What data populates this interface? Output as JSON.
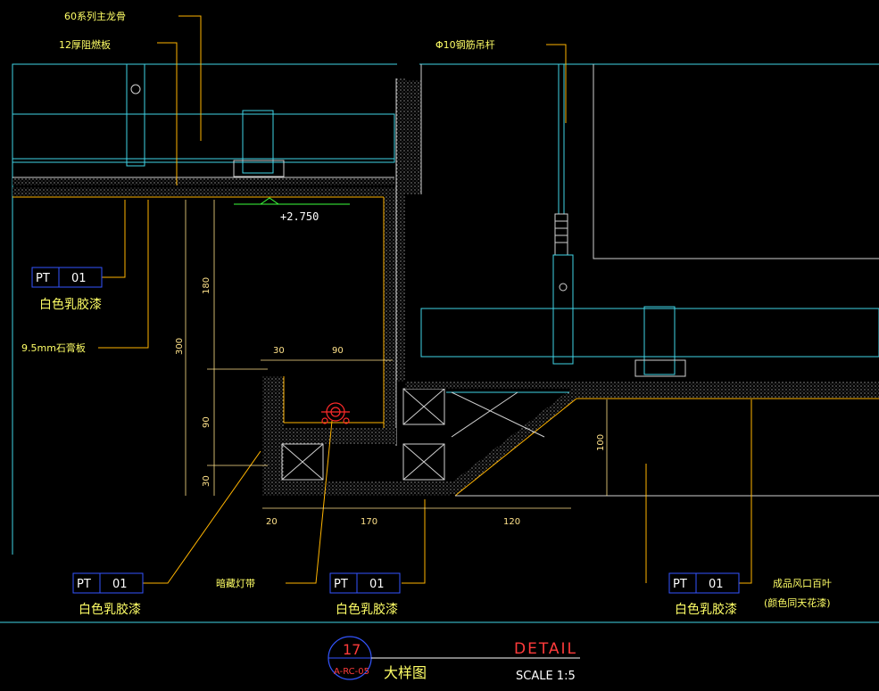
{
  "labels": {
    "main_keel": "60系列主龙骨",
    "fireboard": "12厚阻燃板",
    "rod": "Φ10钢筋吊杆",
    "gypsum": "9.5mm石膏板",
    "elevation": "+2.750",
    "led": "暗藏灯带",
    "vent_line1": "成品风口百叶",
    "vent_line2": "(颜色同天花漆)"
  },
  "tags": [
    {
      "code": "PT",
      "num": "01",
      "desc": "白色乳胶漆"
    },
    {
      "code": "PT",
      "num": "01",
      "desc": "白色乳胶漆"
    },
    {
      "code": "PT",
      "num": "01",
      "desc": "白色乳胶漆"
    },
    {
      "code": "PT",
      "num": "01",
      "desc": "白色乳胶漆"
    }
  ],
  "dimensions": {
    "v180": "180",
    "v300": "300",
    "v90": "90",
    "v30": "30",
    "h30": "30",
    "h90": "90",
    "b20": "20",
    "b170": "170",
    "b120": "120",
    "v100": "100"
  },
  "title_block": {
    "number": "17",
    "sheet": "A-RC-05",
    "name": "大样图",
    "title": "DETAIL",
    "scale": "SCALE 1:5"
  },
  "colors": {
    "dim": "#ffe28a",
    "leader": "#ffb400",
    "hatch": "#e6e6e6",
    "line_cyan": "#3fd3e6",
    "tag_border": "#3355ff",
    "title_red": "#ff3b3b",
    "light_red": "#ff2a2a"
  }
}
